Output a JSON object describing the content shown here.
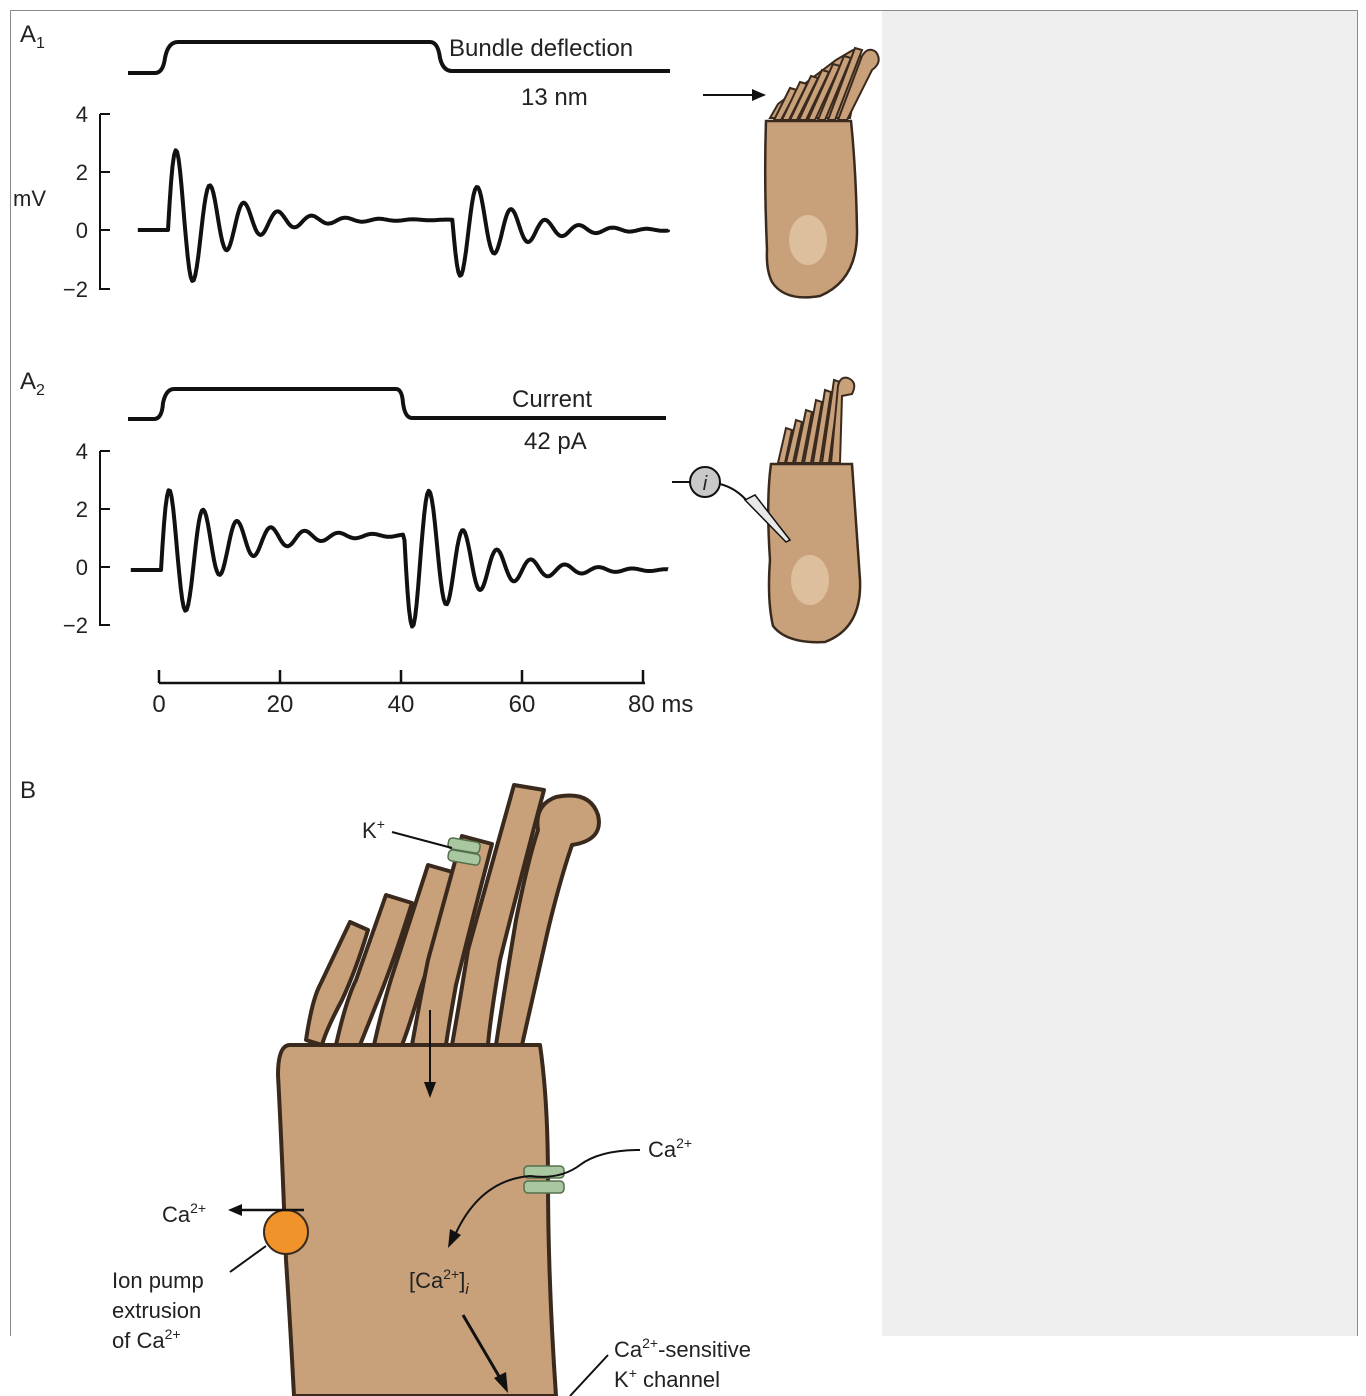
{
  "panels": {
    "a1": {
      "label_main": "A",
      "label_sub": "1",
      "stimulus_label": "Bundle deflection",
      "stimulus_value": "13 nm"
    },
    "a2": {
      "label_main": "A",
      "label_sub": "2",
      "stimulus_label": "Current",
      "stimulus_value": "42 pA",
      "electrode_symbol": "i"
    },
    "b": {
      "label": "B"
    }
  },
  "y_axis": {
    "unit": "mV",
    "ticks": [
      "4",
      "2",
      "0",
      "−2"
    ]
  },
  "x_axis": {
    "ticks": [
      "0",
      "20",
      "40",
      "60",
      "80 ms"
    ]
  },
  "diagram_b": {
    "k_label": "K",
    "k_sup": "+",
    "ca_in_label": "Ca",
    "ca_in_sup": "2+",
    "ca_out_label": "Ca",
    "ca_out_sup": "2+",
    "ca_i_open": "[Ca",
    "ca_i_sup": "2+",
    "ca_i_close": "]",
    "ca_i_sub": "i",
    "pump_line1": "Ion pump",
    "pump_line2": "extrusion",
    "pump_line3_text": "of Ca",
    "pump_line3_sup": "2+",
    "kca_line1_text": "Ca",
    "kca_line1_sup": "2+",
    "kca_line1_rest": "-sensitive",
    "kca_line2_text": "K",
    "kca_line2_sup": "+",
    "kca_line2_rest": " channel"
  },
  "colors": {
    "cell_fill": "#c8a07a",
    "cell_outline": "#3a2a1e",
    "nucleus": "#ddbf9d",
    "channel": "#a9c7a0",
    "pump": "#f0932b",
    "trace": "#111111",
    "panel_bg": "#efefef"
  }
}
